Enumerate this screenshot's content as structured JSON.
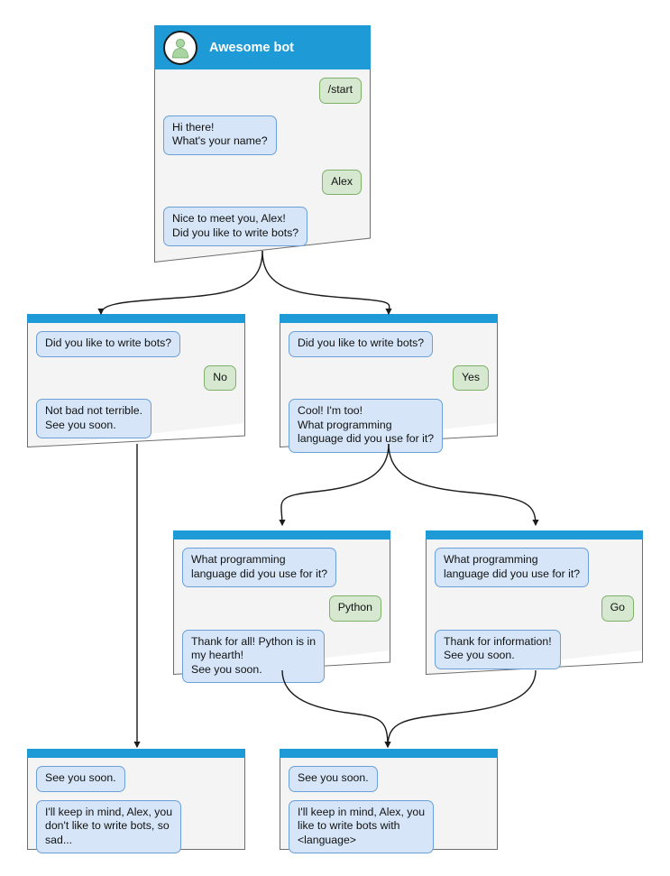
{
  "diagram": {
    "title": "Awesome bot conversation flow",
    "colors": {
      "header_blue": "#1e9ad6",
      "card_bg": "#f4f4f4",
      "card_border": "#6d6d6d",
      "bot_bubble_bg": "#d6e6f8",
      "bot_bubble_border": "#6a9fd8",
      "user_bubble_bg": "#d6e9d0",
      "user_bubble_border": "#7fb069",
      "edge": "#1a1a1a",
      "avatar_person": "#a9d5a2",
      "page_bg": "#ffffff"
    }
  },
  "cards": {
    "root": {
      "name": "start-card",
      "header_title": "Awesome bot",
      "avatar_icon": "person-avatar-icon",
      "messages": [
        {
          "side": "user",
          "text": "/start"
        },
        {
          "side": "bot",
          "text": "Hi there!\nWhat's your name?"
        },
        {
          "side": "user",
          "text": "Alex"
        },
        {
          "side": "bot",
          "text": "Nice to meet you, Alex!\nDid you like to write bots?"
        }
      ]
    },
    "no_branch": {
      "name": "no-branch-card",
      "messages": [
        {
          "side": "bot",
          "text": "Did you like to write bots?"
        },
        {
          "side": "user",
          "text": "No"
        },
        {
          "side": "bot",
          "text": "Not bad not terrible.\nSee you soon."
        }
      ]
    },
    "yes_branch": {
      "name": "yes-branch-card",
      "messages": [
        {
          "side": "bot",
          "text": "Did you like to write bots?"
        },
        {
          "side": "user",
          "text": "Yes"
        },
        {
          "side": "bot",
          "text": "Cool! I'm too!\nWhat programming\nlanguage did you use for it?"
        }
      ]
    },
    "python_branch": {
      "name": "python-branch-card",
      "messages": [
        {
          "side": "bot",
          "text": "What programming\nlanguage did you use for it?"
        },
        {
          "side": "user",
          "text": "Python"
        },
        {
          "side": "bot",
          "text": "Thank for all! Python is in\nmy hearth!\nSee you soon."
        }
      ]
    },
    "go_branch": {
      "name": "go-branch-card",
      "messages": [
        {
          "side": "bot",
          "text": "What programming\nlanguage did you use for it?"
        },
        {
          "side": "user",
          "text": "Go"
        },
        {
          "side": "bot",
          "text": "Thank for information!\nSee you soon."
        }
      ]
    },
    "end_sad": {
      "name": "end-sad-card",
      "messages": [
        {
          "side": "bot",
          "text": "See you soon."
        },
        {
          "side": "bot",
          "text": "I'll keep in mind, Alex, you\ndon't like to write bots, so\nsad..."
        }
      ]
    },
    "end_happy": {
      "name": "end-happy-card",
      "messages": [
        {
          "side": "bot",
          "text": "See you soon."
        },
        {
          "side": "bot",
          "text": "I'll keep in mind, Alex, you\nlike to write bots with\n<language>"
        }
      ]
    }
  }
}
